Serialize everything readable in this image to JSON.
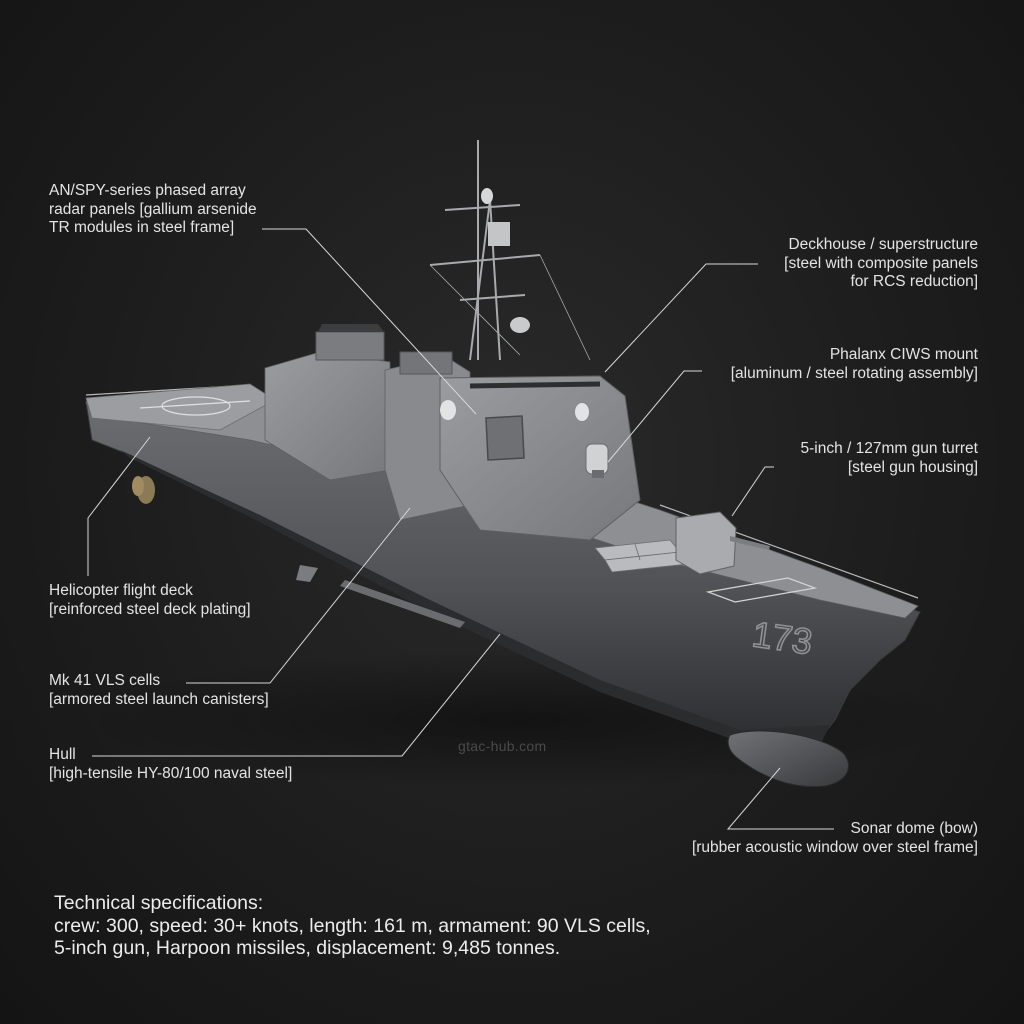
{
  "callouts": {
    "radar": {
      "line1": "AN/SPY-series phased array",
      "line2": "radar panels [gallium arsenide",
      "line3": "TR modules in steel frame]"
    },
    "deckhouse": {
      "line1": "Deckhouse / superstructure",
      "line2": "[steel with composite panels",
      "line3": "for RCS reduction]"
    },
    "ciws": {
      "line1": "Phalanx CIWS mount",
      "line2": "[aluminum / steel rotating assembly]"
    },
    "gun": {
      "line1": "5-inch / 127mm gun turret",
      "line2": "[steel gun housing]"
    },
    "flightdeck": {
      "line1": "Helicopter flight deck",
      "line2": "[reinforced steel deck plating]"
    },
    "vls": {
      "line1": "Mk 41 VLS cells",
      "line2": "[armored steel launch canisters]"
    },
    "hull": {
      "line1": "Hull",
      "line2": "[high-tensile HY-80/100 naval steel]"
    },
    "sonar": {
      "line1": "Sonar dome (bow)",
      "line2": "[rubber acoustic window over steel frame]"
    }
  },
  "hull_number": "173",
  "watermark": "gtac-hub.com",
  "specs": {
    "heading": "Technical specifications:",
    "line1": "crew: 300, speed: 30+ knots, length: 161 m, armament: 90 VLS cells,",
    "line2": "5-inch gun, Harpoon missiles, displacement: 9,485 tonnes."
  },
  "colors": {
    "background": "#1c1c1c",
    "hull": "#5d5f62",
    "superstructure": "#8a8c8f",
    "deck": "#9a9c9f",
    "leader_line": "#d8d8d8"
  }
}
